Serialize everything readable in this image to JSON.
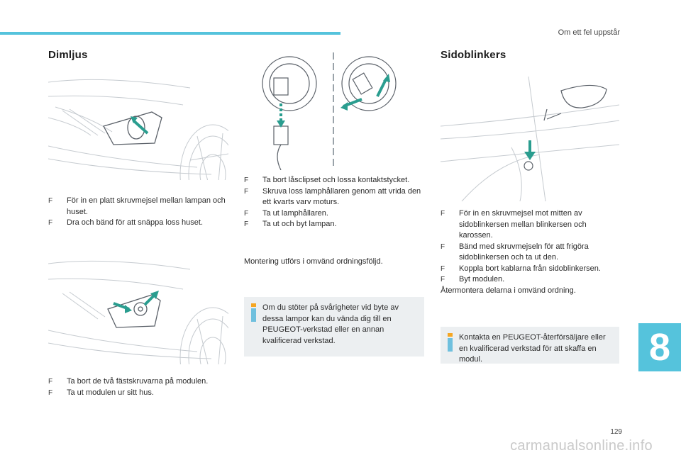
{
  "header": {
    "section_label": "Om ett fel uppstår"
  },
  "left": {
    "title": "Dimljus",
    "steps_a": [
      "För in en platt skruvmejsel mellan lampan och huset.",
      "Dra och bänd för att snäppa loss huset."
    ],
    "steps_b": [
      "Ta bort de två fästskruvarna på modulen.",
      "Ta ut modulen ur sitt hus."
    ]
  },
  "middle": {
    "steps": [
      "Ta bort låsclipset och lossa kontaktstycket.",
      "Skruva loss lamphållaren genom att vrida den ett kvarts varv moturs.",
      "Ta ut lamphållaren.",
      "Ta ut och byt lampan."
    ],
    "reassembly": "Montering utförs i omvänd ordningsföljd.",
    "note": "Om du stöter på svårigheter vid byte av dessa lampor kan du vända dig till en PEUGEOT-verkstad eller en annan kvalificerad verkstad."
  },
  "right": {
    "title": "Sidoblinkers",
    "steps": [
      "För in en skruvmejsel mot mitten av sidoblinkersen mellan blinkersen och karossen.",
      "Bänd med skruvmejseln för att frigöra sidoblinkersen och ta ut den.",
      "Koppla bort kablarna från sidoblinkersen.",
      "Byt modulen."
    ],
    "reassembly": "Återmontera delarna i omvänd ordning.",
    "note": "Kontakta en PEUGEOT-återförsäljare eller en kvalificerad verkstad för att skaffa en modul."
  },
  "chapter": "8",
  "page_number": "129",
  "watermark": "carmanualsonline.info",
  "bullet_glyph": "F",
  "colors": {
    "accent": "#55c3dc",
    "arrow": "#2a9d8f",
    "note_bg": "#eceff1",
    "note_icon_top": "#f5a623"
  }
}
